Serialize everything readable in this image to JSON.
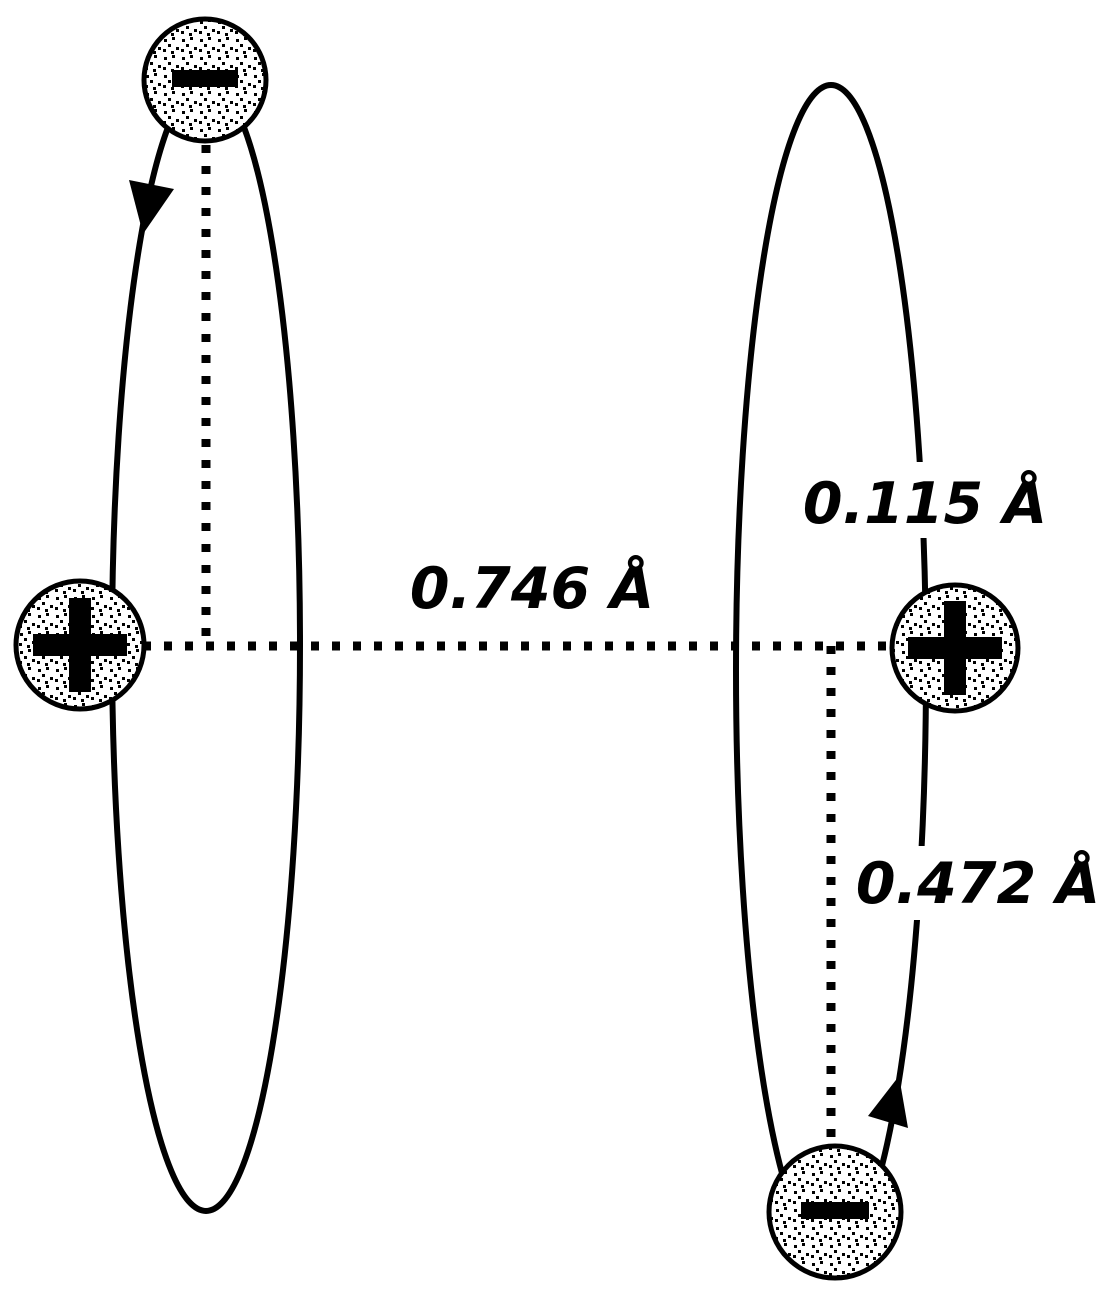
{
  "figure": {
    "labels": {
      "internuclear_distance": "0.746 Å",
      "nucleus_orbit_offset": "0.115 Å",
      "orbit_radius": "0.472 Å"
    },
    "particles": [
      {
        "id": "electron-left",
        "symbol": "−"
      },
      {
        "id": "proton-left",
        "symbol": "+"
      },
      {
        "id": "proton-right",
        "symbol": "+"
      },
      {
        "id": "electron-right",
        "symbol": "−"
      }
    ],
    "colors": {
      "ink": "#000000",
      "background": "#ffffff"
    }
  }
}
